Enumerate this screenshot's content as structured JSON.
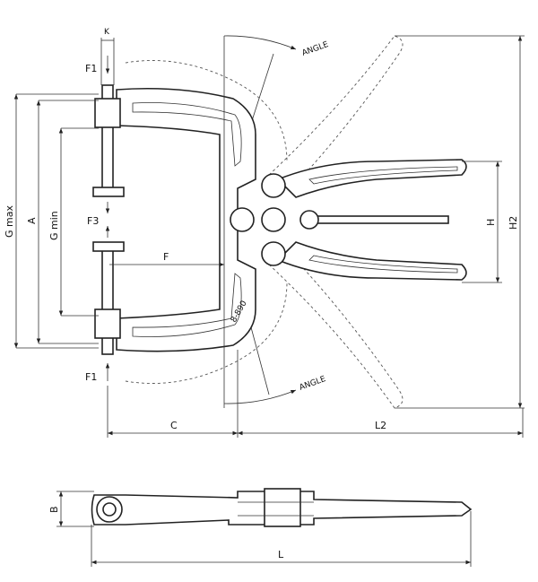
{
  "labels": {
    "k": "K",
    "f1_top": "F1",
    "f1_bottom": "F1",
    "f3": "F3",
    "angle_top": "ANGLE",
    "angle_bottom": "ANGLE",
    "g_max": "G max",
    "a": "A",
    "g_min": "G min",
    "f": "F",
    "h": "H",
    "h2": "H2",
    "c": "C",
    "l2": "L2",
    "b": "B",
    "l": "L"
  },
  "part_marking": "8-890"
}
